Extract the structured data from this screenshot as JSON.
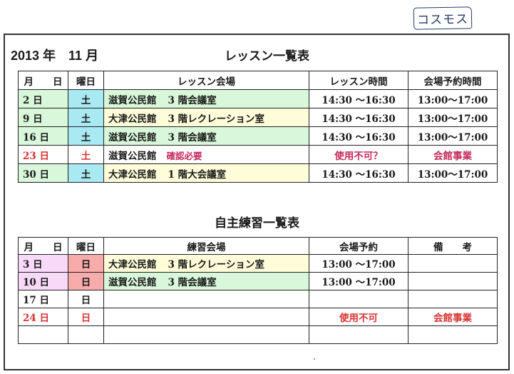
{
  "handwritten_tag": "コスモス",
  "header": {
    "date": "2013 年　11 月",
    "title": "レッスン一覧表"
  },
  "lesson_table": {
    "columns": [
      "月　　日",
      "曜日",
      "レッスン会場",
      "レッスン時間",
      "会場予約時間"
    ],
    "rows": [
      {
        "date": "2 日",
        "dow": "土",
        "venue": "滋賀公民館",
        "room": "3 階会議室",
        "note": "",
        "time": "14:30 〜16:30",
        "reservation": "13:00〜17:00",
        "status": "normal"
      },
      {
        "date": "9 日",
        "dow": "土",
        "venue": "大津公民館",
        "room": "3 階レクレーション室",
        "note": "",
        "time": "14:30 〜16:30",
        "reservation": "13:00〜17:00",
        "status": "normal"
      },
      {
        "date": "16 日",
        "dow": "土",
        "venue": "滋賀公民館",
        "room": "3 階会議室",
        "note": "",
        "time": "14:30 〜16:30",
        "reservation": "13:00〜17:00",
        "status": "normal"
      },
      {
        "date": "23 日",
        "dow": "土",
        "venue": "滋賀公民館",
        "room": "",
        "note": "確認必要",
        "time": "使用不可？",
        "reservation": "会館事業",
        "status": "unavailable"
      },
      {
        "date": "30 日",
        "dow": "土",
        "venue": "大津公民館",
        "room": "1 階大会議室",
        "note": "",
        "time": "14:30 〜16:30",
        "reservation": "13:00〜17:00",
        "status": "normal"
      }
    ]
  },
  "practice_section": {
    "title": "自主練習一覧表"
  },
  "practice_table": {
    "columns": [
      "月　　日",
      "曜日",
      "練習会場",
      "会場予約",
      "備　　考"
    ],
    "rows": [
      {
        "date": "3 日",
        "dow": "日",
        "venue": "大津公民館",
        "room": "3 階レクレーション室",
        "reservation": "13:00 〜17:00",
        "remarks": ""
      },
      {
        "date": "10 日",
        "dow": "日",
        "venue": "滋賀公民館",
        "room": "3 階会議室",
        "reservation": "13:00 〜17:00",
        "remarks": ""
      },
      {
        "date": "17 日",
        "dow": "日",
        "venue": "",
        "room": "",
        "reservation": "",
        "remarks": ""
      },
      {
        "date": "24 日",
        "dow": "日",
        "venue": "",
        "room": "",
        "reservation": "使用不可",
        "remarks": "会館事業"
      },
      {
        "date": "",
        "dow": "",
        "venue": "",
        "room": "",
        "reservation": "",
        "remarks": ""
      }
    ]
  },
  "colors": {
    "green_cell": "#d9f7da",
    "yellow_cell": "#fefcd9",
    "cyan_cell": "#a9e9f2",
    "pink_cell": "#f9d9f8",
    "salmon_cell": "#f8abab",
    "red_text": "#d83232",
    "crimson_text": "#c42a5c"
  }
}
